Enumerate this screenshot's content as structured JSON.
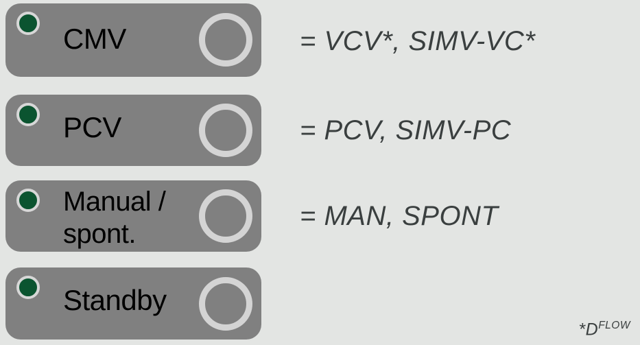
{
  "colors": {
    "background": "#e3e5e3",
    "panel": "#808080",
    "led_green": "#0b5430",
    "led_bezel": "#d7d7d7",
    "ring": "#d4d4d4",
    "label_text": "#000000",
    "equivalence_text": "#3a3f3f"
  },
  "modes": [
    {
      "id": "cmv",
      "label": "CMV",
      "led": "indicator-led-on",
      "button": "mode-select-ring-button",
      "equivalence": "= VCV*, SIMV-VC*"
    },
    {
      "id": "pcv",
      "label": "PCV",
      "led": "indicator-led-on",
      "button": "mode-select-ring-button",
      "equivalence": "= PCV, SIMV-PC"
    },
    {
      "id": "manual-spont",
      "label": "Manual /\nspont.",
      "led": "indicator-led-on",
      "button": "mode-select-ring-button",
      "equivalence": "= MAN, SPONT"
    },
    {
      "id": "standby",
      "label": "Standby",
      "led": "indicator-led-on",
      "button": "mode-select-ring-button",
      "equivalence": ""
    }
  ],
  "footnote": {
    "marker": "*",
    "base": "D",
    "superscript": "FLOW"
  }
}
